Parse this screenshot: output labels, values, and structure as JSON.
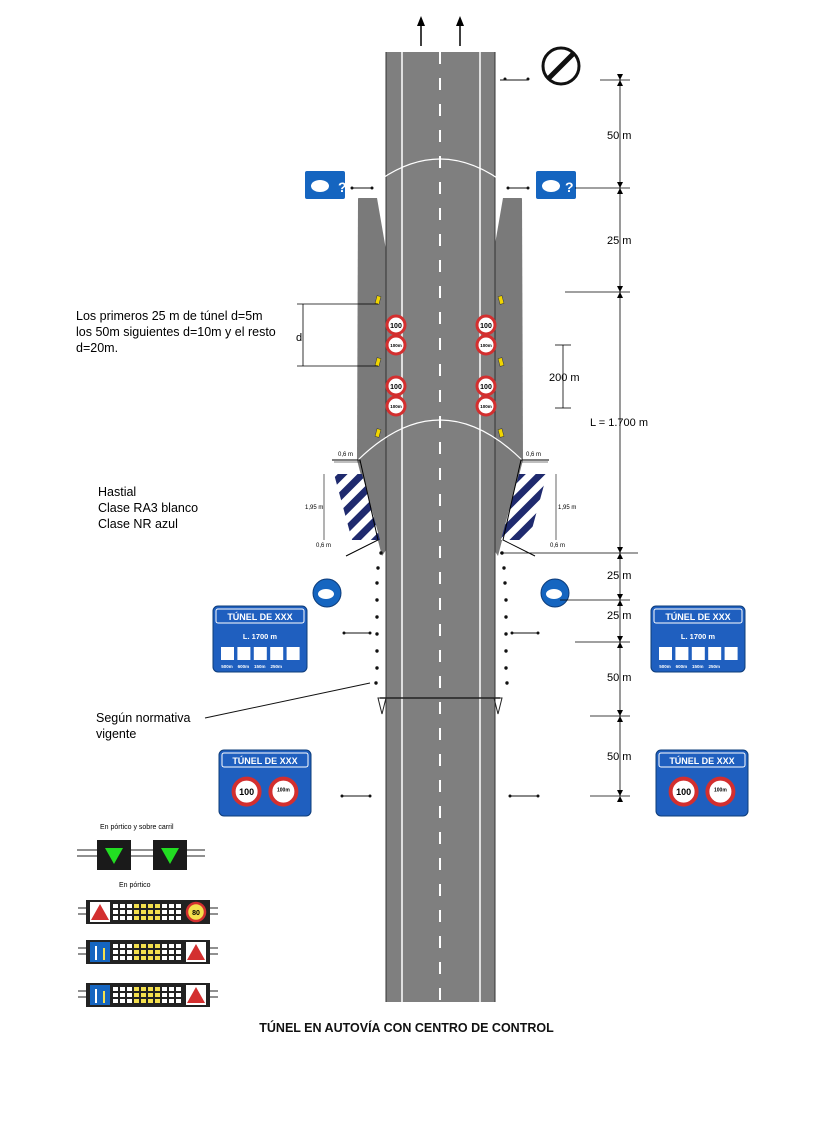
{
  "caption": "TÚNEL EN AUTOVÍA CON CENTRO DE CONTROL",
  "notes": {
    "spacing": "Los primeros 25 m de túnel d=5m\nlos 50m siguientes d=10m y el resto\nd=20m.",
    "d_label": "d",
    "hastial": "Hastial\nClase RA3 blanco\nClase NR azul",
    "normativa": "Según normativa\nvigente"
  },
  "dimensions": {
    "d50_top": "50 m",
    "d25_top": "25 m",
    "d200": "200 m",
    "length": "L = 1.700 m",
    "d25_a": "25 m",
    "d25_b": "25 m",
    "d50_a": "50 m",
    "d50_b": "50 m",
    "d06_left_top": "0,6 m",
    "d06_right_top": "0,6 m",
    "d195_left": "1,95 m",
    "d195_right": "1,95 m",
    "d06_left_bottom": "0,6 m",
    "d06_right_bottom": "0,6 m"
  },
  "speed_signs": {
    "limit": "100",
    "distance": "100m"
  },
  "tunnel_panel": {
    "title": "TÚNEL DE XXX",
    "length": "L. 1700 m",
    "distances": [
      "500m",
      "600m",
      "150m",
      "250m"
    ]
  },
  "tunnel_panel_speed": {
    "title": "TÚNEL DE XXX",
    "limit": "100",
    "distance": "100m"
  },
  "vms": {
    "label_portico_carril": "En pórtico y sobre carril",
    "label_portico": "En pórtico",
    "sign_value": "80"
  },
  "colors": {
    "road": "#7f7f7f",
    "sign_blue": "#1565c0",
    "panel_blue": "#1f5fbf",
    "sign_red": "#d32f2f",
    "arrow_green": "#22dd22",
    "vms_yellow": "#f4e04d"
  }
}
